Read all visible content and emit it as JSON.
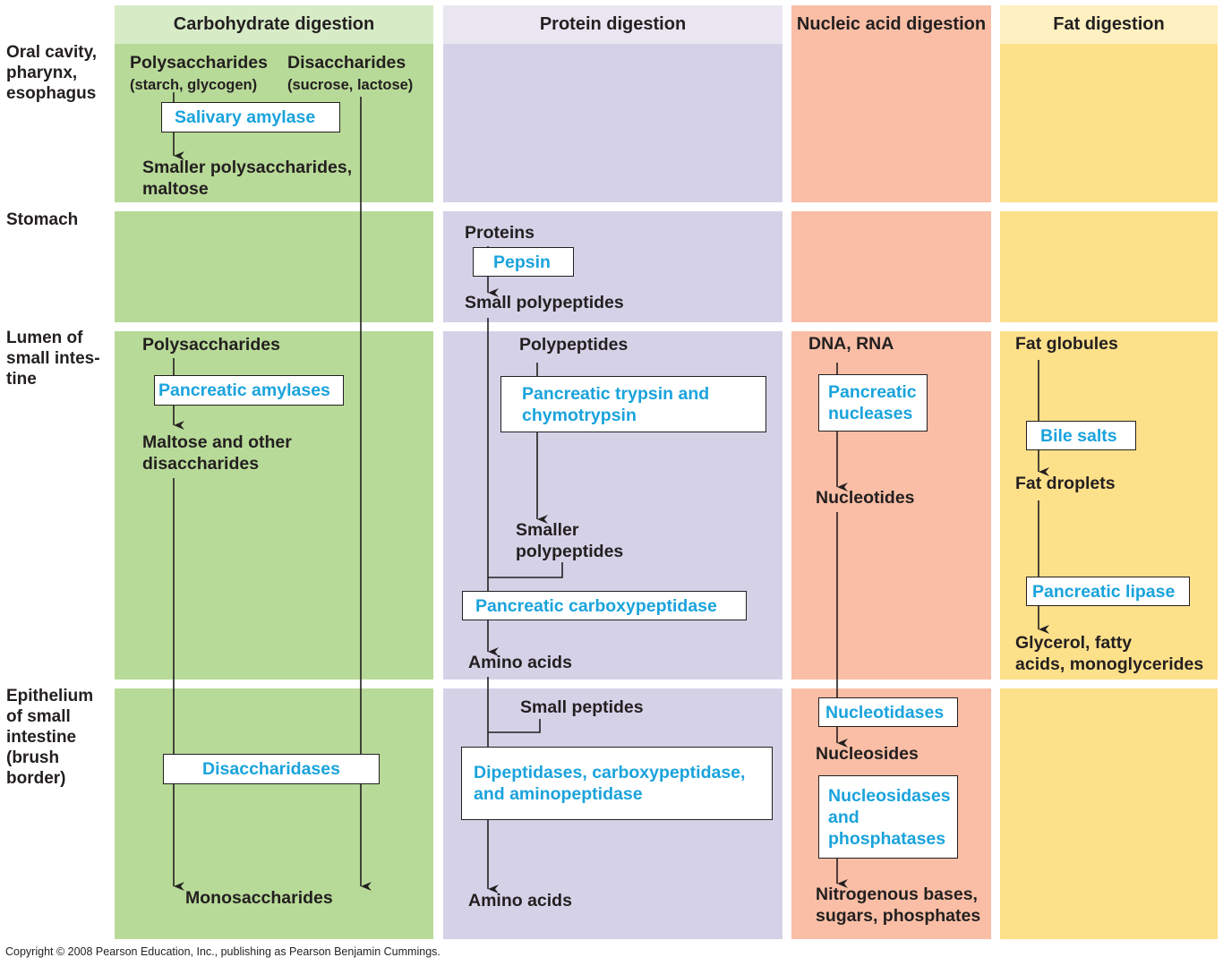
{
  "colors": {
    "carb_header": "#d6ebc6",
    "carb": "#b8da98",
    "protein_header": "#e9e6f2",
    "protein": "#d5d2e8",
    "nucleic": "#f9bea5",
    "fat_header": "#fef0c0",
    "fat": "#fde08a",
    "enzyme_text": "#1aa3dc"
  },
  "columns": {
    "carb": "Carbohydrate digestion",
    "protein": "Protein digestion",
    "nucleic": "Nucleic acid digestion",
    "fat": "Fat digestion"
  },
  "rows": {
    "oral": "Oral cavity,\npharynx,\nesophagus",
    "stomach": "Stomach",
    "lumen": "Lumen of\nsmall intes-\ntine",
    "epithelium": "Epithelium\nof small\nintestine\n(brush\nborder)"
  },
  "carb": {
    "polysaccharides": "Polysaccharides",
    "polysaccharides_note": "(starch, glycogen)",
    "disaccharides": "Disaccharides",
    "disaccharides_note": "(sucrose, lactose)",
    "salivary_amylase": "Salivary amylase",
    "smaller_polys": "Smaller polysaccharides,\nmaltose",
    "lumen_polys": "Polysaccharides",
    "pancreatic_amylases": "Pancreatic amylases",
    "maltose_other": "Maltose and other\ndisaccharides",
    "disaccharidases": "Disaccharidases",
    "monosaccharides": "Monosaccharides"
  },
  "protein": {
    "proteins": "Proteins",
    "pepsin": "Pepsin",
    "small_polypeptides": "Small polypeptides",
    "polypeptides": "Polypeptides",
    "trypsin": "Pancreatic trypsin and\nchymotrypsin",
    "smaller_polypeptides": "Smaller\npolypeptides",
    "carboxypeptidase": "Pancreatic carboxypeptidase",
    "amino_acids_1": "Amino acids",
    "small_peptides": "Small peptides",
    "dipeptidases": "Dipeptidases, carboxypeptidase,\nand aminopeptidase",
    "amino_acids_2": "Amino acids"
  },
  "nucleic": {
    "dna_rna": "DNA, RNA",
    "nucleases": "Pancreatic\nnucleases",
    "nucleotides": "Nucleotides",
    "nucleotidases": "Nucleotidases",
    "nucleosides": "Nucleosides",
    "nucleosidases": "Nucleosidases\nand\nphosphatases",
    "products": "Nitrogenous bases,\nsugars, phosphates"
  },
  "fat": {
    "globules": "Fat globules",
    "bile_salts": "Bile salts",
    "droplets": "Fat droplets",
    "lipase": "Pancreatic lipase",
    "products": "Glycerol, fatty\nacids, monoglycerides"
  },
  "copyright": "Copyright © 2008 Pearson Education, Inc., publishing as Pearson Benjamin Cummings."
}
